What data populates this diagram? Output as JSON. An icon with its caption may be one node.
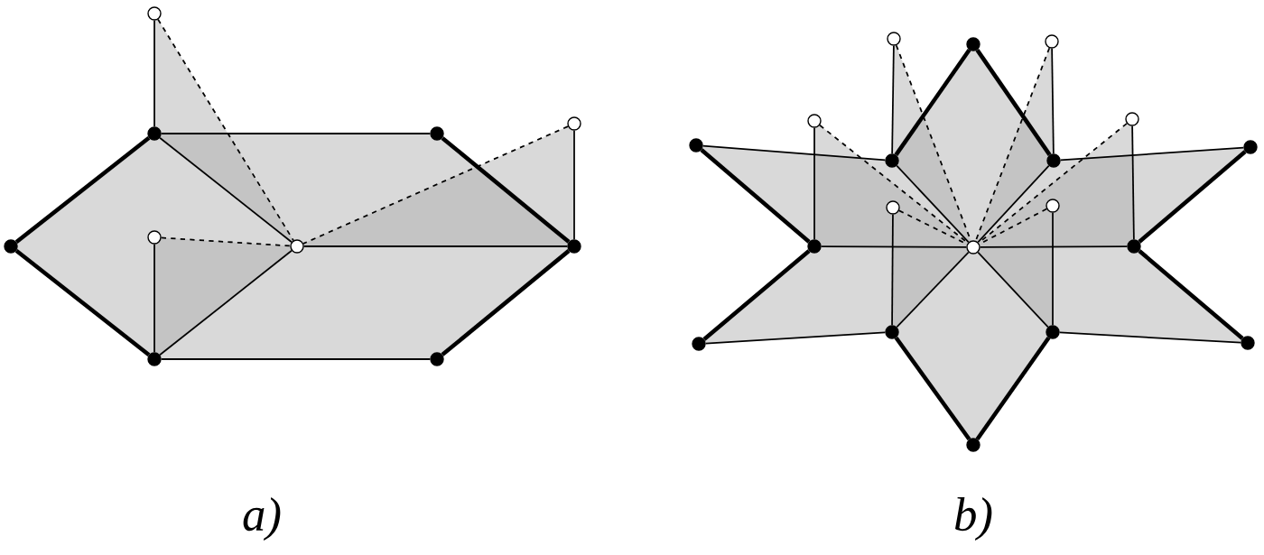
{
  "diagram": {
    "nodes": [
      {
        "text": [],
        "shape": "circle"
      },
      {
        "text": [],
        "shape": "circle"
      },
      {
        "text": [],
        "shape": "circle"
      },
      {
        "text": [],
        "shape": "circle"
      },
      {
        "text": [],
        "shape": "circle"
      },
      {
        "text": [],
        "shape": "circle"
      },
      {
        "text": [],
        "shape": "circle"
      },
      {
        "text": [],
        "shape": "circle"
      },
      {
        "text": [],
        "shape": "circle"
      },
      {
        "text": [],
        "shape": "circle"
      },
      {
        "text": [],
        "shape": "circle"
      },
      {
        "text": [],
        "shape": "circle"
      },
      {
        "text": [],
        "shape": "circle"
      },
      {
        "text": [],
        "shape": "circle"
      },
      {
        "text": [],
        "shape": "circle"
      },
      {
        "text": [],
        "shape": "circle"
      },
      {
        "text": [],
        "shape": "circle"
      },
      {
        "text": [],
        "shape": "circle"
      },
      {
        "text": [],
        "shape": "circle"
      },
      {
        "text": [],
        "shape": "circle"
      },
      {
        "text": [],
        "shape": "circle"
      },
      {
        "text": [],
        "shape": "circle"
      },
      {
        "text": [],
        "shape": "circle"
      },
      {
        "text": [],
        "shape": "circle"
      },
      {
        "text": [],
        "shape": "circle"
      },
      {
        "text": [],
        "shape": "circle"
      },
      {
        "text": [],
        "shape": "circle"
      },
      {
        "text": [],
        "shape": "circle"
      },
      {
        "text": [],
        "shape": "circle"
      }
    ],
    "edges": [
      {
        "from": 4,
        "to": 1,
        "arrow": "none",
        "style": "thick"
      },
      {
        "from": 4,
        "to": 8,
        "arrow": "none",
        "style": "thick"
      },
      {
        "from": 2,
        "to": 7,
        "arrow": "none",
        "style": "thick"
      },
      {
        "from": 9,
        "to": 7,
        "arrow": "none",
        "style": "thick"
      },
      {
        "from": 0,
        "to": 1,
        "arrow": "none"
      },
      {
        "from": 1,
        "to": 2,
        "arrow": "none"
      },
      {
        "from": 1,
        "to": 6,
        "arrow": "none"
      },
      {
        "from": 5,
        "to": 8,
        "arrow": "none"
      },
      {
        "from": 8,
        "to": 6,
        "arrow": "none"
      },
      {
        "from": 6,
        "to": 7,
        "arrow": "none"
      },
      {
        "from": 8,
        "to": 9,
        "arrow": "none"
      },
      {
        "from": 3,
        "to": 7,
        "arrow": "none"
      },
      {
        "from": 0,
        "to": 6,
        "arrow": "none",
        "style": "dashed"
      },
      {
        "from": 5,
        "to": 6,
        "arrow": "none",
        "style": "dashed"
      },
      {
        "from": 3,
        "to": 6,
        "arrow": "none",
        "style": "dashed"
      },
      {
        "from": 11,
        "to": 17,
        "arrow": "none",
        "style": "thick"
      },
      {
        "from": 11,
        "to": 18,
        "arrow": "none",
        "style": "thick"
      },
      {
        "from": 28,
        "to": 24,
        "arrow": "none",
        "style": "thick"
      },
      {
        "from": 28,
        "to": 25,
        "arrow": "none",
        "style": "thick"
      },
      {
        "from": 15,
        "to": 21,
        "arrow": "none",
        "style": "thick"
      },
      {
        "from": 21,
        "to": 26,
        "arrow": "none",
        "style": "thick"
      },
      {
        "from": 16,
        "to": 23,
        "arrow": "none",
        "style": "thick"
      },
      {
        "from": 23,
        "to": 27,
        "arrow": "none",
        "style": "thick"
      },
      {
        "from": 15,
        "to": 17,
        "arrow": "none"
      },
      {
        "from": 18,
        "to": 16,
        "arrow": "none"
      },
      {
        "from": 26,
        "to": 24,
        "arrow": "none"
      },
      {
        "from": 25,
        "to": 27,
        "arrow": "none"
      },
      {
        "from": 21,
        "to": 22,
        "arrow": "none"
      },
      {
        "from": 22,
        "to": 23,
        "arrow": "none"
      },
      {
        "from": 17,
        "to": 22,
        "arrow": "none"
      },
      {
        "from": 18,
        "to": 22,
        "arrow": "none"
      },
      {
        "from": 24,
        "to": 22,
        "arrow": "none"
      },
      {
        "from": 25,
        "to": 22,
        "arrow": "none"
      },
      {
        "from": 10,
        "to": 17,
        "arrow": "none"
      },
      {
        "from": 12,
        "to": 18,
        "arrow": "none"
      },
      {
        "from": 13,
        "to": 21,
        "arrow": "none"
      },
      {
        "from": 14,
        "to": 23,
        "arrow": "none"
      },
      {
        "from": 19,
        "to": 24,
        "arrow": "none"
      },
      {
        "from": 20,
        "to": 25,
        "arrow": "none"
      },
      {
        "from": 10,
        "to": 22,
        "arrow": "none",
        "style": "dashed"
      },
      {
        "from": 12,
        "to": 22,
        "arrow": "none",
        "style": "dashed"
      },
      {
        "from": 13,
        "to": 22,
        "arrow": "none",
        "style": "dashed"
      },
      {
        "from": 14,
        "to": 22,
        "arrow": "none",
        "style": "dashed"
      },
      {
        "from": 19,
        "to": 22,
        "arrow": "none",
        "style": "dashed"
      },
      {
        "from": 20,
        "to": 22,
        "arrow": "none",
        "style": "dashed"
      }
    ],
    "labels": [
      "a)",
      "b)"
    ]
  }
}
